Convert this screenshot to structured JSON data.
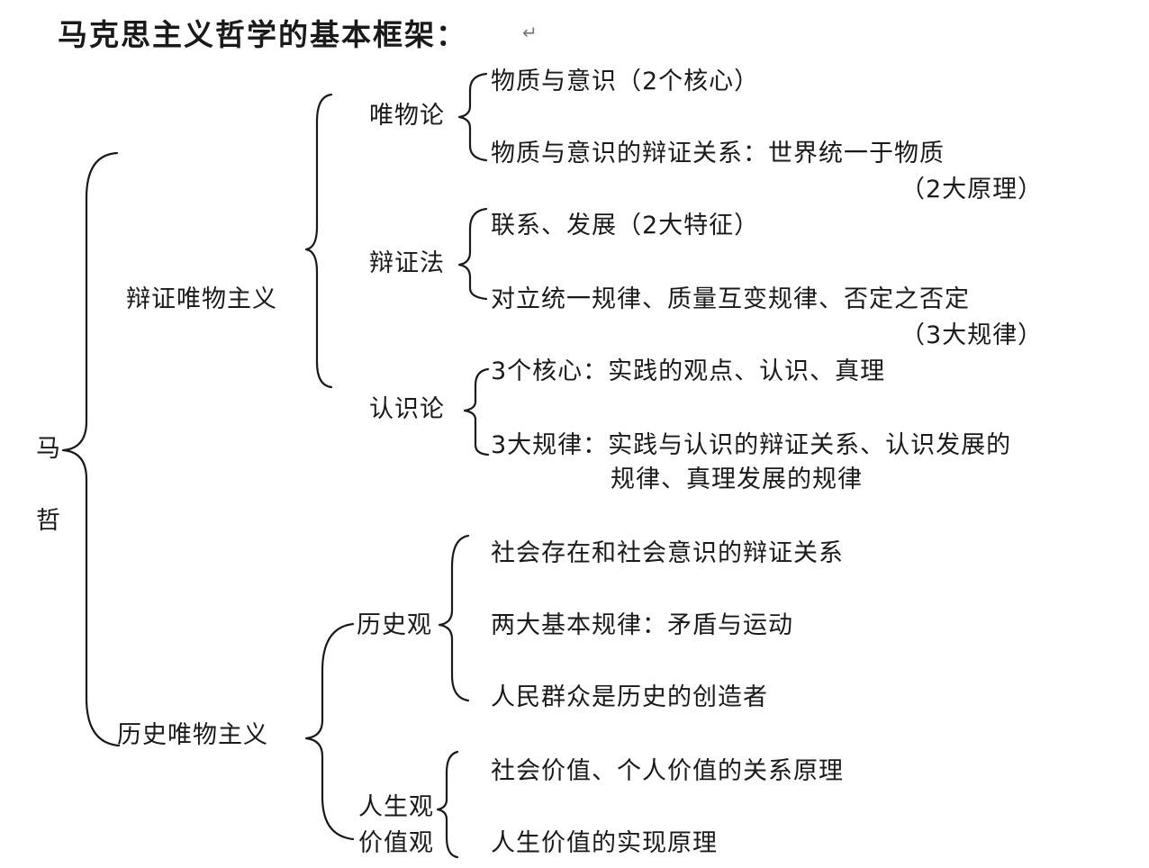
{
  "title": "马克思主义哲学的基本框架：",
  "paragraph_mark": "↵",
  "root": [
    "马",
    "哲"
  ],
  "dialectical": {
    "label": "辩证唯物主义",
    "materialism": {
      "label": "唯物论",
      "items": [
        "物质与意识（2个核心）",
        "物质与意识的辩证关系：世界统一于物质"
      ],
      "note": "（2大原理）"
    },
    "dialectics": {
      "label": "辩证法",
      "items": [
        "联系、发展（2大特征）",
        "对立统一规律、质量互变规律、否定之否定"
      ],
      "note": "（3大规律）"
    },
    "epistemology": {
      "label": "认识论",
      "items": [
        "3个核心：实践的观点、认识、真理",
        "3大规律：实践与认识的辩证关系、认识发展的"
      ],
      "item2_cont": "规律、真理发展的规律"
    }
  },
  "historical": {
    "label": "历史唯物主义",
    "history_view": {
      "label": "历史观",
      "items": [
        "社会存在和社会意识的辩证关系",
        "两大基本规律：矛盾与运动",
        "人民群众是历史的创造者"
      ]
    },
    "life_values": {
      "label_1": "人生观",
      "label_2": "价值观",
      "items": [
        "社会价值、个人价值的关系原理",
        "人生价值的实现原理"
      ]
    }
  }
}
